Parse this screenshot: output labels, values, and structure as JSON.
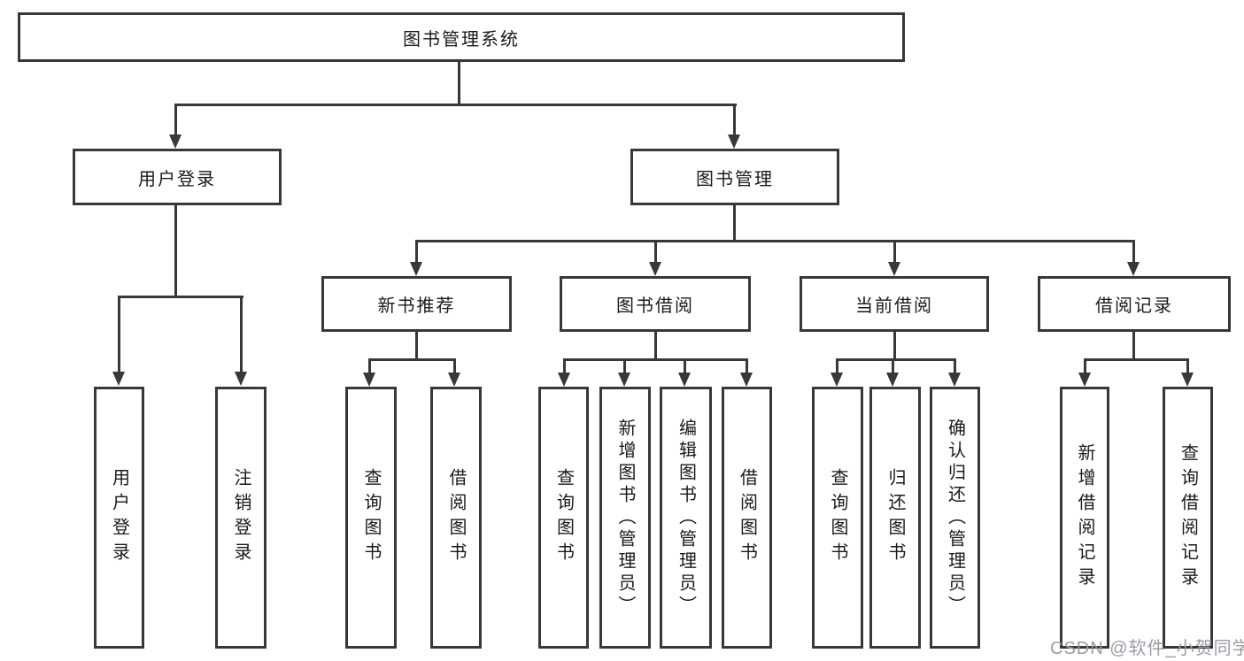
{
  "title": {
    "root": "图书管理系统"
  },
  "level2": {
    "user_login": "用户登录",
    "book_mgmt": "图书管理"
  },
  "level3": {
    "new_books": "新书推荐",
    "book_borrow": "图书借阅",
    "current_borrow": "当前借阅",
    "borrow_records": "借阅记录"
  },
  "leaves": {
    "user_login": [
      "用户登录",
      "注销登录"
    ],
    "new_books": [
      "查询图书",
      "借阅图书"
    ],
    "book_borrow": [
      "查询图书",
      "新增图书（管理员）",
      "编辑图书（管理员）",
      "借阅图书"
    ],
    "current_borrow": [
      "查询图书",
      "归还图书",
      "确认归还（管理员）"
    ],
    "borrow_records": [
      "新增借阅记录",
      "查询借阅记录"
    ]
  },
  "watermark": "CSDN @软件_小贺同学",
  "colors": {
    "line": "#383838",
    "text": "#1a1a1a",
    "watermark": "#9b9ba3",
    "background": "#ffffff"
  }
}
